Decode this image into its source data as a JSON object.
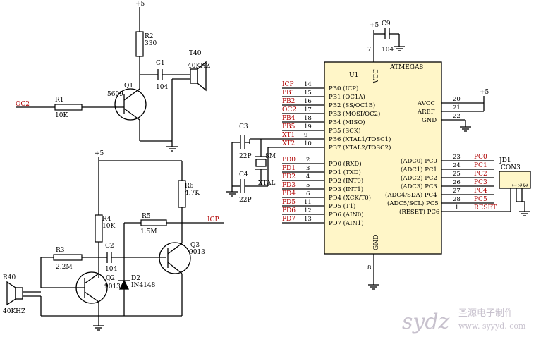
{
  "power": {
    "vcc_label": "+5"
  },
  "left_circuit": {
    "oc2_net": "OC2",
    "r1": {
      "ref": "R1",
      "value": "10K"
    },
    "r2": {
      "ref": "R2",
      "value": "330"
    },
    "c1": {
      "ref": "C1",
      "value": "104"
    },
    "q1": {
      "ref": "Q1",
      "part": "5609"
    },
    "t40": {
      "ref": "T40",
      "freq": "40KHZ"
    },
    "r3": {
      "ref": "R3",
      "value": "2.2M"
    },
    "r4": {
      "ref": "R4",
      "value": "10K"
    },
    "r5": {
      "ref": "R5",
      "value": "1.5M"
    },
    "r6": {
      "ref": "R6",
      "value": "4.7K"
    },
    "c2": {
      "ref": "C2",
      "value": "104"
    },
    "q2": {
      "ref": "Q2",
      "part": "9013"
    },
    "q3": {
      "ref": "Q3",
      "part": "9013"
    },
    "d2": {
      "ref": "D2",
      "part": "IN4148"
    },
    "r40": {
      "ref": "R40",
      "freq": "40KHZ"
    },
    "icp_net": "ICP"
  },
  "mcu": {
    "ref": "U1",
    "part": "ATMEGA8",
    "vcc_label": "VCC",
    "gnd_label": "GND",
    "vcc_pin": "7",
    "gnd_pin": "8",
    "left_pins": [
      {
        "net": "ICP",
        "num": "14",
        "name": "PB0 (ICP)"
      },
      {
        "net": "PB1",
        "num": "15",
        "name": "PB1 (OC1A)"
      },
      {
        "net": "PB2",
        "num": "16",
        "name": "PB2 (SS/OC1B)"
      },
      {
        "net": "OC2",
        "num": "17",
        "name": "PB3 (MOSI/OC2)"
      },
      {
        "net": "PB4",
        "num": "18",
        "name": "PB4 (MISO)"
      },
      {
        "net": "PB5",
        "num": "19",
        "name": "PB5 (SCK)"
      },
      {
        "net": "XT1",
        "num": "9",
        "name": "PB6 (XTAL1/TOSC1)"
      },
      {
        "net": "XT2",
        "num": "10",
        "name": "PB7 (XTAL2/TOSC2)"
      },
      {
        "net": "PD0",
        "num": "2",
        "name": "PD0 (RXD)"
      },
      {
        "net": "PD1",
        "num": "3",
        "name": "PD1 (TXD)"
      },
      {
        "net": "PD2",
        "num": "4",
        "name": "PD2 (INT0)"
      },
      {
        "net": "PD3",
        "num": "5",
        "name": "PD3 (INT1)"
      },
      {
        "net": "PD4",
        "num": "6",
        "name": "PD4 (XCK/T0)"
      },
      {
        "net": "PD5",
        "num": "11",
        "name": "PD5 (T1)"
      },
      {
        "net": "PD6",
        "num": "12",
        "name": "PD6 (AIN0)"
      },
      {
        "net": "PD7",
        "num": "13",
        "name": "PD7 (AIN1)"
      }
    ],
    "right_top_pins": [
      {
        "name": "AVCC",
        "num": "20"
      },
      {
        "name": "AREF",
        "num": "21"
      },
      {
        "name": "GND",
        "num": "22"
      }
    ],
    "right_pins": [
      {
        "name": "(ADC0) PC0",
        "num": "23",
        "net": "PC0"
      },
      {
        "name": "(ADC1) PC1",
        "num": "24",
        "net": "PC1"
      },
      {
        "name": "(ADC2) PC2",
        "num": "25",
        "net": "PC2"
      },
      {
        "name": "(ADC3) PC3",
        "num": "26",
        "net": "PC3"
      },
      {
        "name": "(ADC4/SDA) PC4",
        "num": "27",
        "net": "PC4"
      },
      {
        "name": "(ADC5/SCL) PC5",
        "num": "28",
        "net": "PC5"
      },
      {
        "name": "(RESET) PC6",
        "num": "1",
        "net": "RESET"
      }
    ]
  },
  "crystal": {
    "c3": {
      "ref": "C3",
      "value": "22P"
    },
    "c4": {
      "ref": "C4",
      "value": "22P"
    },
    "freq": "8M",
    "label": "XTAL"
  },
  "c9": {
    "ref": "C9",
    "value": "104"
  },
  "connector": {
    "ref": "JD1",
    "part": "CON3",
    "pins": [
      "1",
      "2",
      "3"
    ]
  },
  "watermark": {
    "logo": "sydz",
    "company": "圣源电子制作",
    "url": "www. syyyd. com"
  }
}
